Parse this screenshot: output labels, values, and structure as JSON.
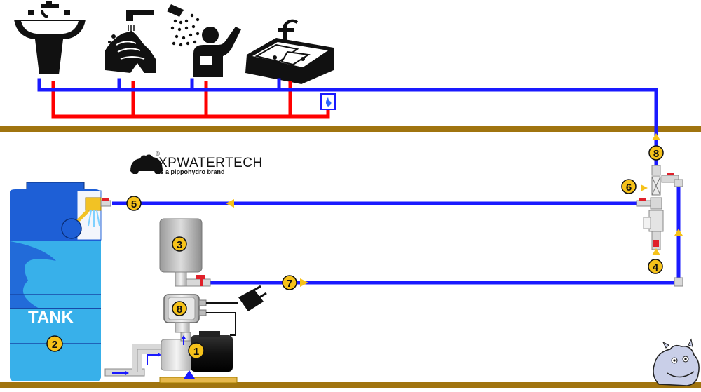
{
  "brand": {
    "name": "XPWATERTECH",
    "registered": "®",
    "tagline": "Is a pippohydro brand"
  },
  "tank": {
    "label": "TANK",
    "badge": "2"
  },
  "badges": {
    "pump": "1",
    "tank": "2",
    "pressure_vessel": "3",
    "valve_column": "4",
    "float_valve": "5",
    "check_valve": "6",
    "outlet_line": "7",
    "controller": "8",
    "riser": "8"
  },
  "fixtures": [
    "washbasin-icon",
    "hand-washing-icon",
    "shower-icon",
    "kitchen-sink-icon"
  ],
  "colors": {
    "cold_pipe": "#1a1aff",
    "hot_pipe": "#ff0000",
    "floor": "#a0740f",
    "tank_body": "#1e5fd6",
    "water": "#38b0ea",
    "badge": "#f6c21a",
    "arrow": "#f6c21a",
    "valve_handle": "#e0202a"
  }
}
